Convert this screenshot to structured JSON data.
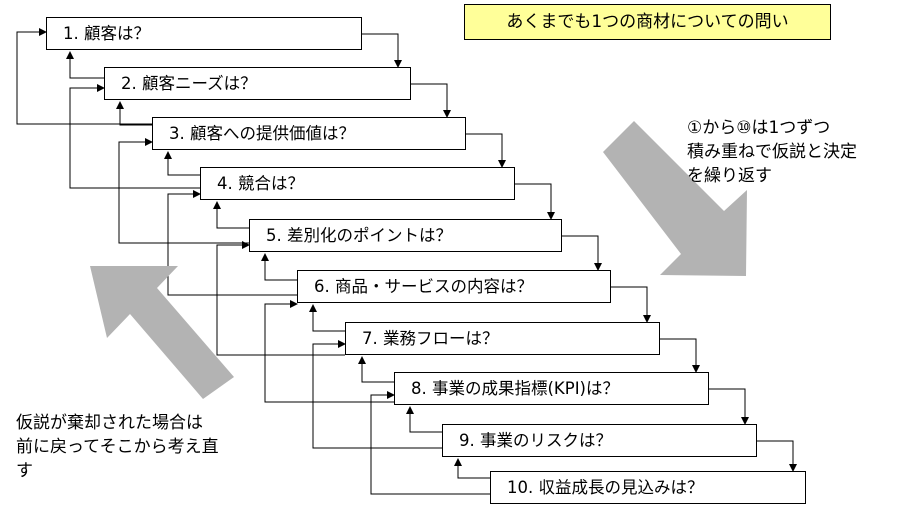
{
  "note": "あくまでも1つの商材についての問い",
  "steps": [
    "1. 顧客は？",
    "2. 顧客ニーズは？",
    "3. 顧客への提供価値は？",
    "4. 競合は？",
    "5. 差別化のポイントは？",
    "6. 商品・サービスの内容は？",
    "7. 業務フローは？",
    "8. 事業の成果指標(KPI)は？",
    "9. 事業のリスクは？",
    "10. 収益成長の見込みは？"
  ],
  "caption_right": [
    "①から⑩は1つずつ",
    "積み重ねで仮説と決定",
    "を繰り返す"
  ],
  "caption_left": [
    "仮説が棄却された場合は",
    "前に戻ってそこから考え直",
    "す"
  ],
  "arrow_color": "#b3b3b3"
}
